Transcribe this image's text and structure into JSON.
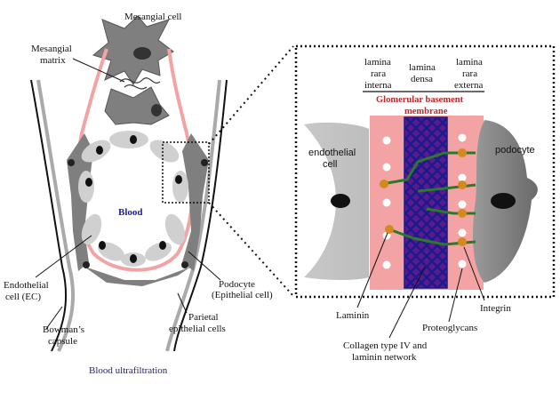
{
  "colors": {
    "cell_gray": "#7f7f7f",
    "light_gray": "#d0d0d0",
    "pink_membrane": "#f4a3a5",
    "collagen_blue": "#1a1a8c",
    "collagen_fill": "#5a1a8c",
    "laminin_orange": "#d4891e",
    "integrin_green": "#2a7a2a",
    "gbm_red": "#c0282a",
    "blood_blue": "#1a1aa0"
  },
  "left_labels": {
    "mesangial_cell": "Mesangial cell",
    "mesangial_matrix_1": "Mesangial",
    "mesangial_matrix_2": "matrix",
    "blood": "Blood",
    "endothelial_1": "Endothelial",
    "endothelial_2": "cell (EC)",
    "bowman_1": "Bowman’s",
    "bowman_2": "capsule",
    "podocyte_1": "Podocyte",
    "podocyte_2": "(Epithelial cell)",
    "parietal_1": "Parietal",
    "parietal_2": "epithelial cells"
  },
  "zoom_labels": {
    "lrin_1": "lamina",
    "lrin_2": "rara",
    "lrin_3": "interna",
    "ld_1": "lamina",
    "ld_2": "densa",
    "lre_1": "lamina",
    "lre_2": "rara",
    "lre_3": "externa",
    "gbm_1": "Glomerular basement",
    "gbm_2": "membrane",
    "endothelial_1": "endothelial",
    "endothelial_2": "cell",
    "podocyte": "podocyte"
  },
  "bottom_labels": {
    "laminin": "Laminin",
    "integrin": "Integrin",
    "proteoglycans": "Proteoglycans",
    "collagen_1": "Collagen type IV and",
    "collagen_2": "laminin network"
  },
  "footer": "Blood ultrafiltration"
}
